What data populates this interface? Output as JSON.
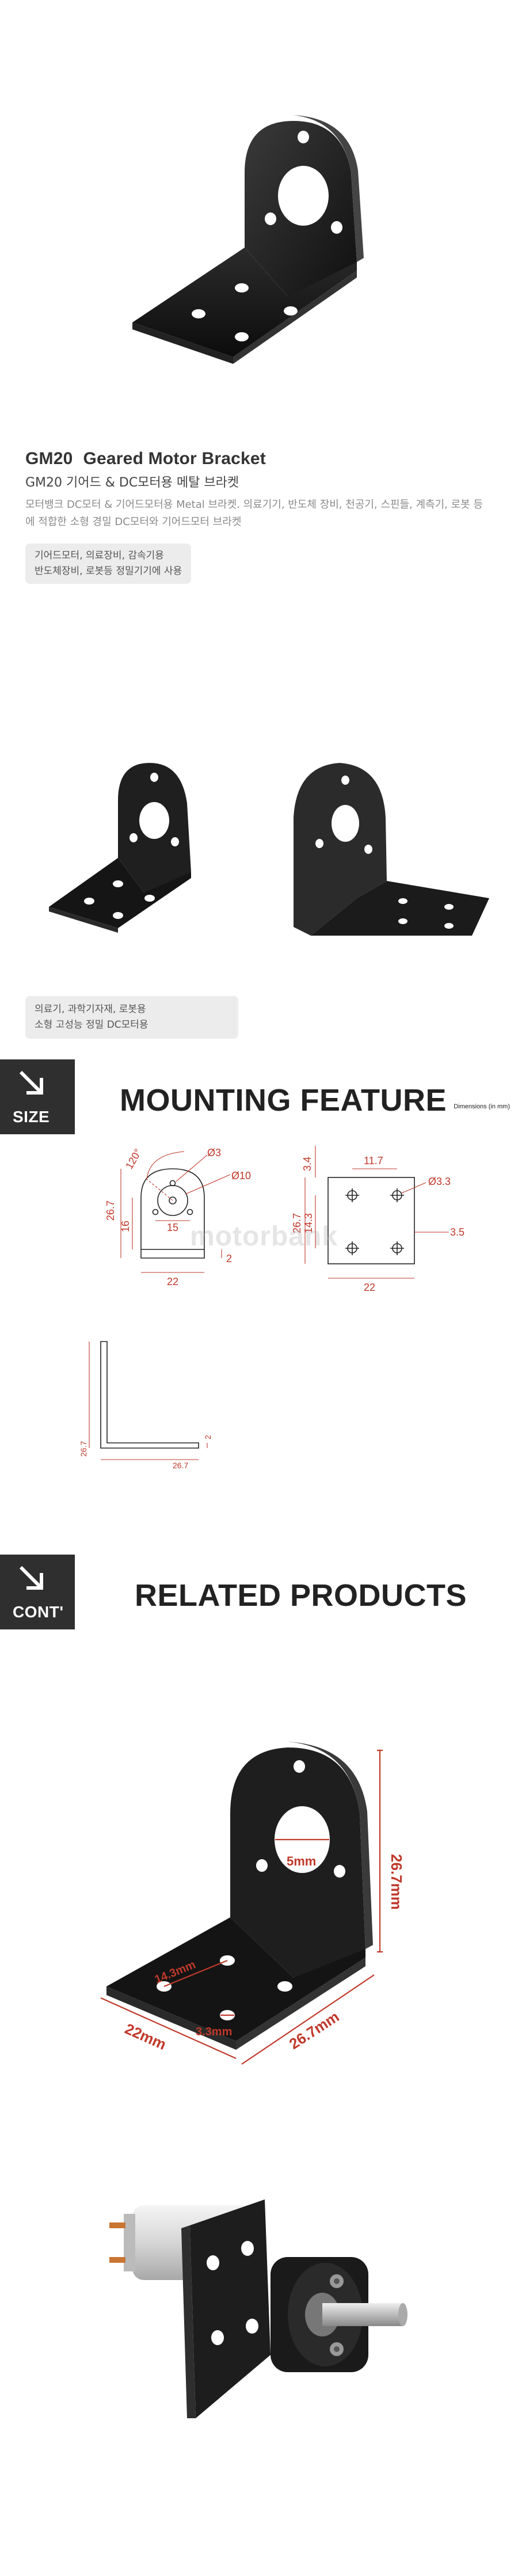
{
  "product": {
    "code": "GM20",
    "name": "Geared Motor Bracket",
    "subtitle": "GM20 기어드 & DC모터용 메탈 브라켓",
    "description": "모터뱅크 DC모터 & 기어드모터용 Metal 브라켓. 의료기기, 반도체 장비, 천공기, 스핀들, 계측기, 로봇 등에 적합한 소형 경밀 DC모터와 기어드모터 브라켓",
    "tags_line1": "기어드모터, 의료장비, 감속기용",
    "tags_line2": "반도체장비, 로봇등 정밀기기에 사용",
    "caption_line1": "의료기, 과학기자재, 로봇용",
    "caption_line2": "소형 고성능 정밀 DC모터용"
  },
  "sections": {
    "size": {
      "badge": "SIZE",
      "title": "MOUNTING FEATURE",
      "note": "Dimensions (in mm)"
    },
    "related": {
      "badge": "CONT'",
      "title": "RELATED PRODUCTS"
    }
  },
  "watermark": "motorbank",
  "drawing_front": {
    "angle": "120°",
    "hole_small": "Ø3",
    "hole_big": "Ø10",
    "height": "26.7",
    "inner_height": "16",
    "inner_width": "15",
    "width": "22",
    "thickness": "2"
  },
  "drawing_side": {
    "top": "3.4",
    "spacing_x": "11.7",
    "hole": "Ø3.3",
    "spacing_y": "14.3",
    "height": "26.7",
    "edge": "3.5",
    "width": "22"
  },
  "drawing_profile": {
    "height": "26.7",
    "width": "26.7",
    "thickness": "2"
  },
  "product_dims": {
    "height": "26.7mm",
    "depth": "26.7mm",
    "width": "22mm",
    "hole_big": "5mm",
    "hole_spacing": "14.3mm",
    "hole_small": "3.3mm"
  },
  "colors": {
    "badge": "#2f2f2f",
    "dimension": "#c0392b",
    "bracket": "#1a1a1a"
  }
}
